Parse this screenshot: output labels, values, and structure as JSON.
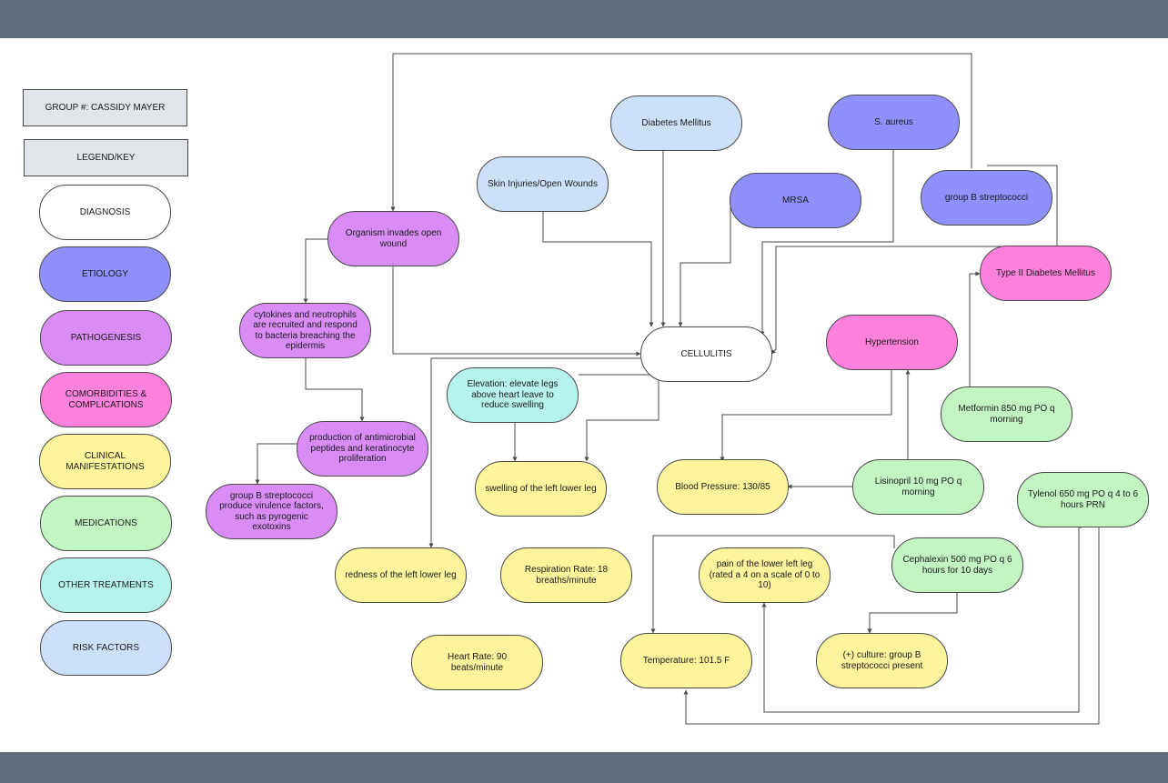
{
  "legend": {
    "group": "GROUP #: CASSIDY MAYER",
    "key": "LEGEND/KEY",
    "diagnosis": "DIAGNOSIS",
    "etiology": "ETIOLOGY",
    "pathogenesis": "PATHOGENESIS",
    "comorbidities": "COMORBIDITIES & COMPLICATIONS",
    "clinical": "CLINICAL MANIFESTATIONS",
    "medications": "MEDICATIONS",
    "other_treatments": "OTHER TREATMENTS",
    "risk_factors": "RISK FACTORS"
  },
  "colors": {
    "diagnosis": "#ffffff",
    "etiology": "#8f90fb",
    "pathogenesis": "#d98cf6",
    "comorbidities": "#fc80dc",
    "clinical": "#fdf49c",
    "medications": "#c2f5c2",
    "other_treatments": "#b6f3ec",
    "risk_factors": "#cde0f9",
    "header_bar": "#5f6d7b",
    "connector": "#4a4a4a"
  },
  "diagnosis": {
    "center": "CELLULITIS"
  },
  "risk_factors": {
    "diabetes": "Diabetes Mellitus",
    "skin_injuries": "Skin Injuries/Open Wounds"
  },
  "etiology": {
    "s_aureus": "S. aureus",
    "mrsa": "MRSA",
    "group_b": "group B streptococci"
  },
  "pathogenesis": {
    "invades": "Organism invades open wound",
    "cytokines": "cytokines and neutrophils are recruited and respond to bacteria breaching the epidermis",
    "antimicrobial": "production of antimicrobial peptides and keratinocyte proliferation",
    "virulence": "group B streptococci produce virulence factors, such as pyrogenic exotoxins"
  },
  "comorbidities": {
    "t2dm": "Type II Diabetes Mellitus",
    "htn": "Hypertension"
  },
  "other_treatments": {
    "elevation": "Elevation: elevate legs above heart leave to reduce swelling"
  },
  "clinical": {
    "swelling": "swelling of the left lower leg",
    "bp": "Blood Pressure: 130/85",
    "redness": "redness of the left lower leg",
    "resp": "Respiration Rate: 18 breaths/minute",
    "pain": "pain of the lower left leg (rated a 4 on a scale of 0 to 10)",
    "hr": "Heart Rate: 90 beats/minute",
    "temp": "Temperature: 101.5 F",
    "culture": "(+) culture: group B streptococci present"
  },
  "medications": {
    "metformin": "Metformin 850 mg PO q morning",
    "lisinopril": "Lisinopril 10 mg PO q morning",
    "tylenol": "Tylenol 650 mg PO q 4 to 6 hours PRN",
    "cephalexin": "Cephalexin 500 mg PO q 6 hours for 10 days"
  }
}
